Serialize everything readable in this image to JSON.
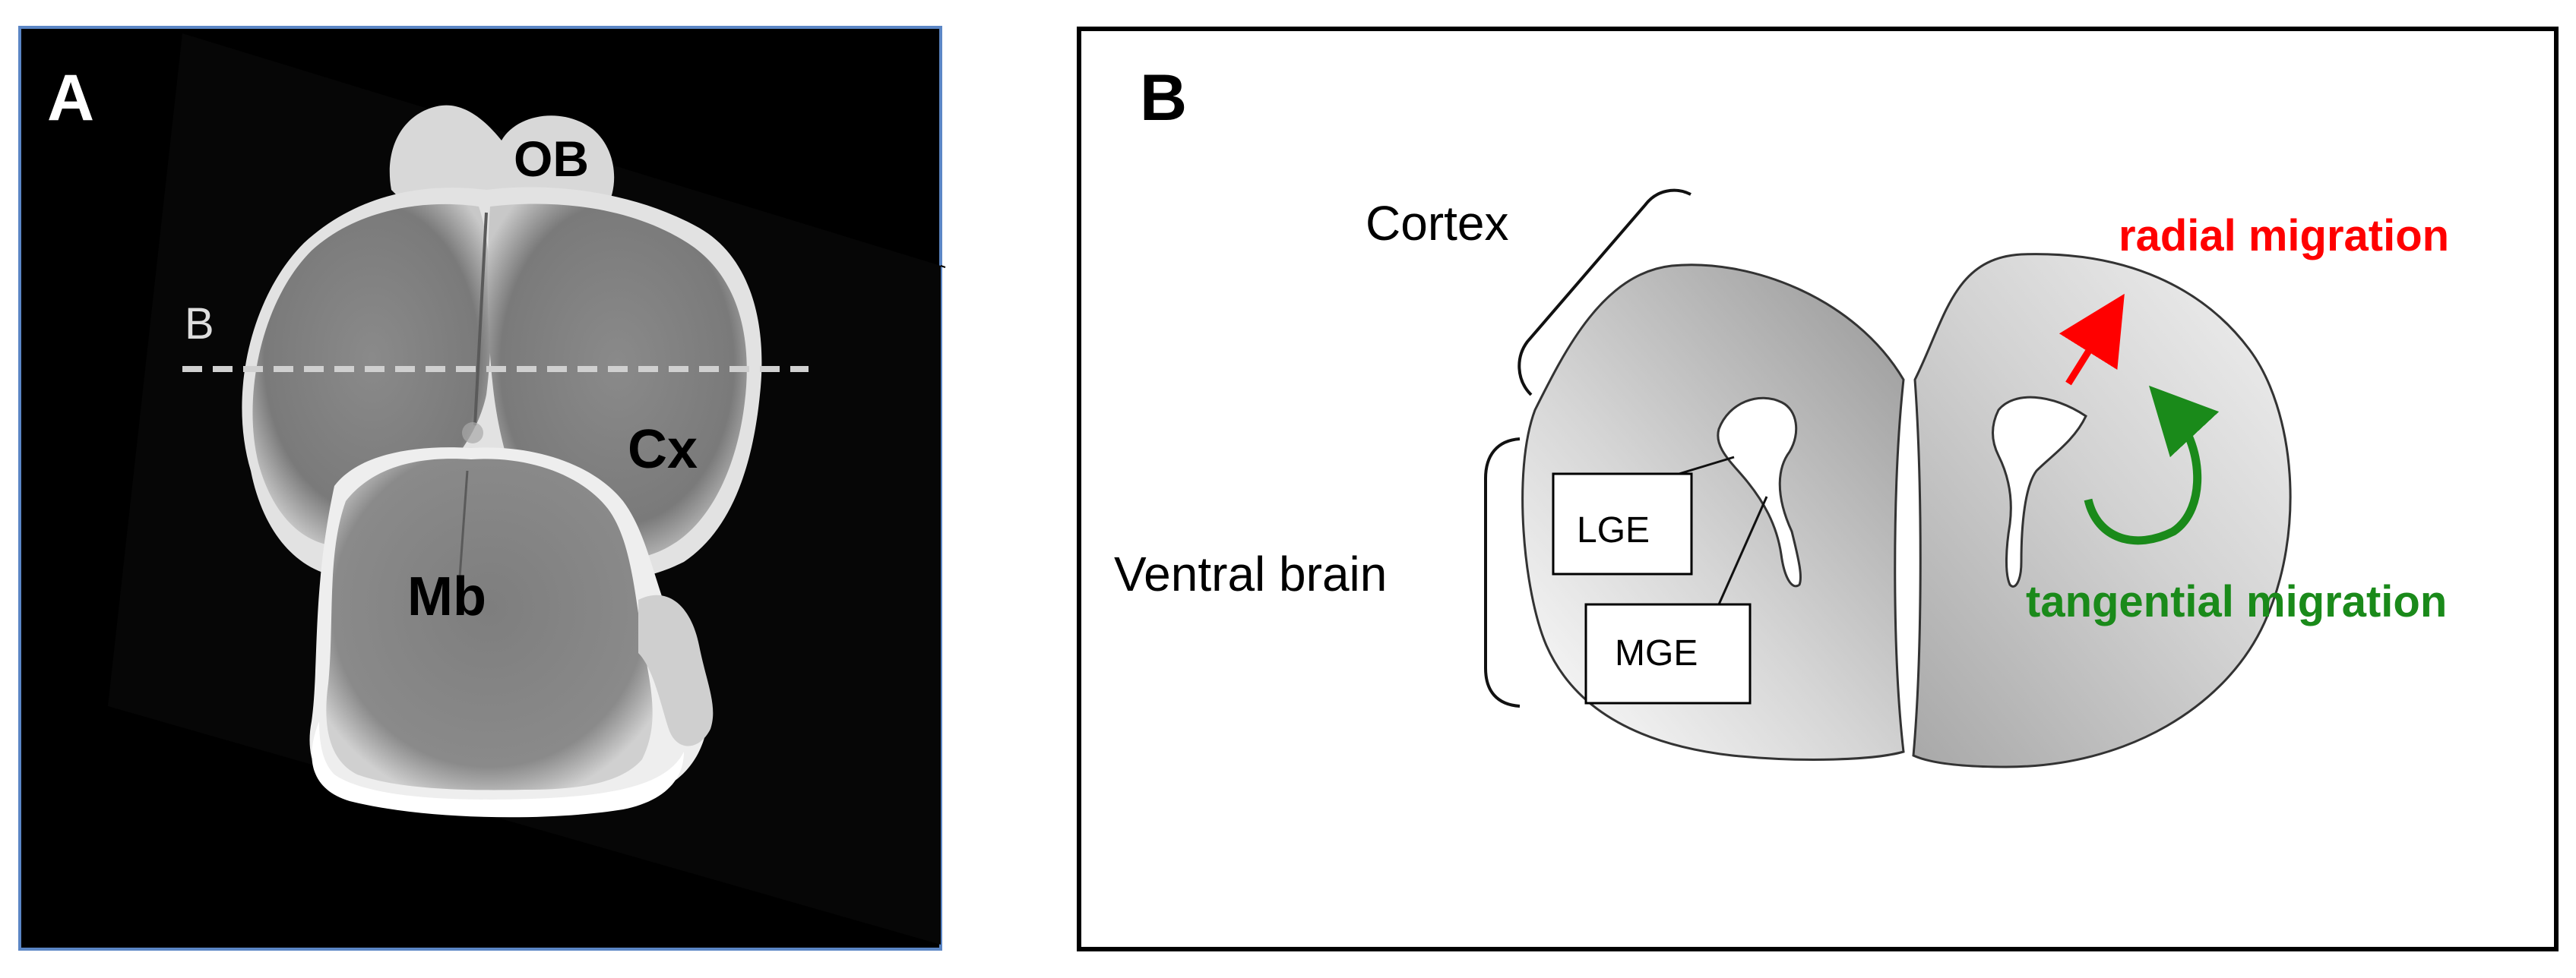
{
  "panel_a": {
    "letter": "A",
    "labels": {
      "ob": "OB",
      "cx": "Cx",
      "mb": "Mb",
      "section_line": "B"
    }
  },
  "panel_b": {
    "letter": "B",
    "labels": {
      "cortex": "Cortex",
      "ventral_brain": "Ventral brain",
      "lge": "LGE",
      "mge": "MGE",
      "radial_migration": "radial migration",
      "tangential_migration": "tangential migration"
    },
    "colors": {
      "radial": "#ff0000",
      "tangential": "#1a8a1a",
      "frame": "#000000",
      "panel_a_border": "#5b86c5"
    }
  }
}
